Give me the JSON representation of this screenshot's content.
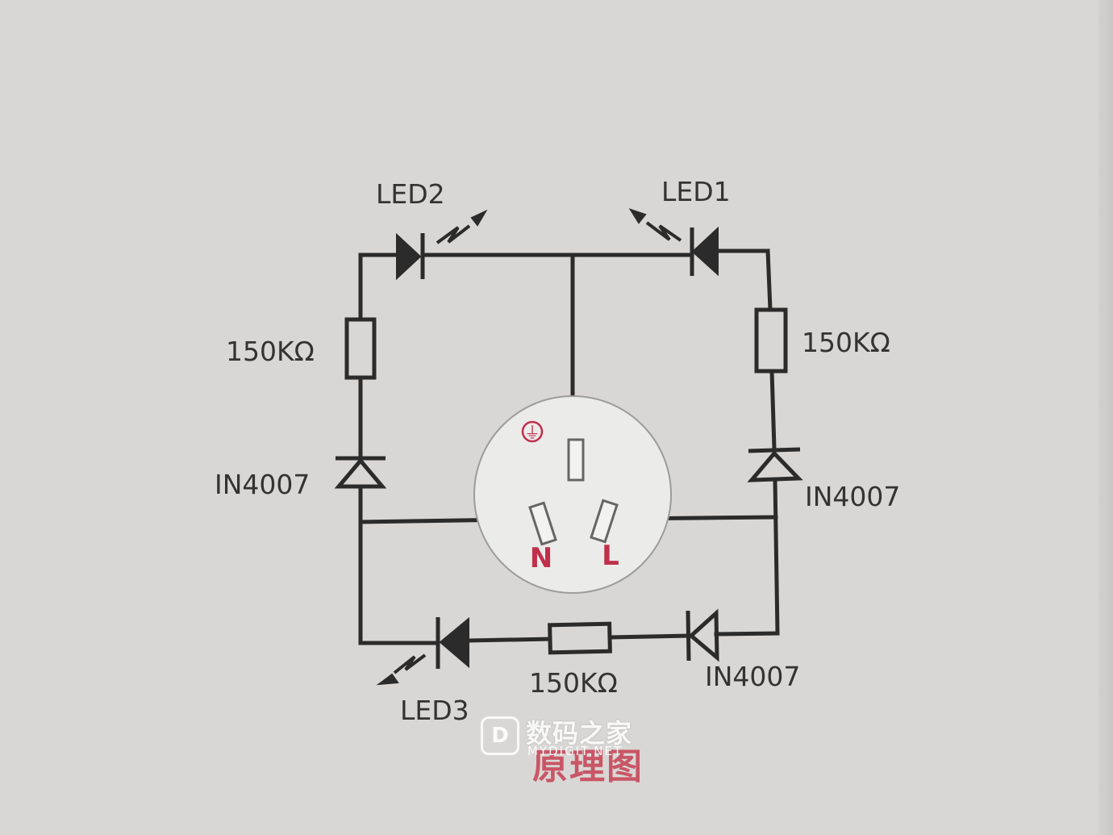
{
  "diagram": {
    "labels": {
      "led2": "LED2",
      "led1": "LED1",
      "led3": "LED3",
      "r_left": "150KΩ",
      "r_right": "150KΩ",
      "r_bottom": "150KΩ",
      "d_left": "IN4007",
      "d_right": "IN4007",
      "d_bottom": "IN4007",
      "neutral": "N",
      "live": "L",
      "ground_symbol": "⏚"
    },
    "caption": "原理图",
    "colors": {
      "wire": "#2b2b2b",
      "pole_label": "#c0304a",
      "caption": "#c8495a",
      "background": "#d9d7d5"
    }
  },
  "watermark": {
    "logo_glyph": "D",
    "name": "数码之家",
    "site": "MYDIGIT.NET"
  }
}
